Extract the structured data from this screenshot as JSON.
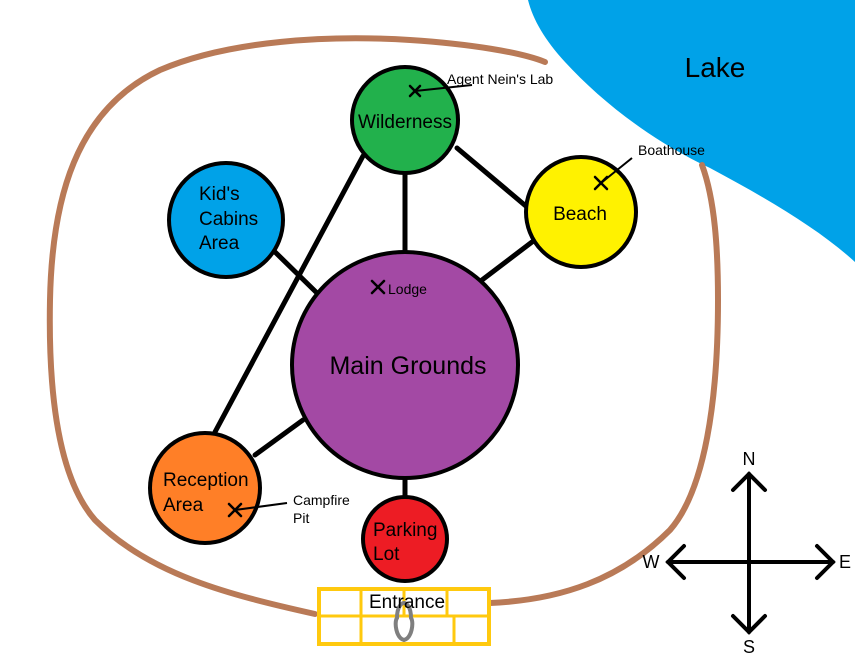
{
  "colors": {
    "lake": "#00A2E8",
    "trail": "#B97A57",
    "wilderness": "#22B14C",
    "kids_cabins": "#00A2E8",
    "beach": "#FFF200",
    "main_grounds": "#A349A4",
    "reception": "#FF7F27",
    "parking": "#ED1C24",
    "entrance": "#FFC90E",
    "outline": "#000000"
  },
  "lake": {
    "label": "Lake"
  },
  "zones": {
    "wilderness": {
      "label": "Wilderness"
    },
    "kids_cabins": {
      "line1": "Kid's",
      "line2": "Cabins",
      "line3": "Area"
    },
    "beach": {
      "label": "Beach"
    },
    "main_grounds": {
      "label": "Main Grounds"
    },
    "reception": {
      "line1": "Reception",
      "line2": "Area"
    },
    "parking": {
      "line1": "Parking",
      "line2": "Lot"
    }
  },
  "points_of_interest": {
    "lab": {
      "label": "Agent Nein's Lab",
      "icon": "x-marker-icon"
    },
    "boathouse": {
      "label": "Boathouse",
      "icon": "x-marker-icon"
    },
    "lodge": {
      "label": "Lodge",
      "icon": "x-marker-icon"
    },
    "campfire": {
      "line1": "Campfire",
      "line2": "Pit",
      "icon": "x-marker-icon"
    }
  },
  "entrance": {
    "label": "Entrance",
    "icon": "gate-icon"
  },
  "compass": {
    "north": "N",
    "south": "S",
    "east": "E",
    "west": "W"
  }
}
